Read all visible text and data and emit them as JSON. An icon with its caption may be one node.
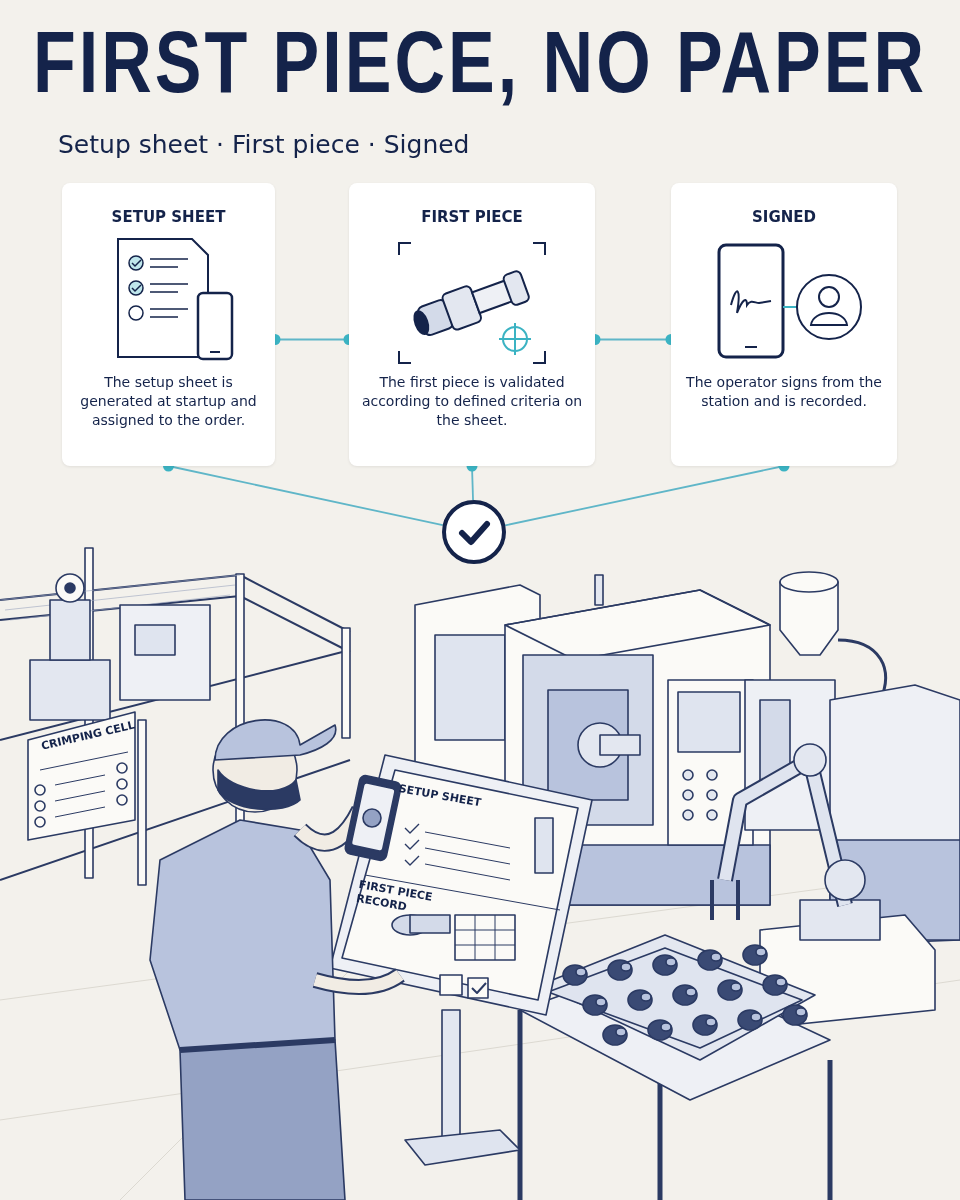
{
  "diagram": {
    "title": "FIRST PIECE, NO PAPER",
    "nodes": [
      {
        "text": [
          "SETUP SHEET",
          "The setup sheet is generated at startup and assigned to the order."
        ]
      },
      {
        "text": [
          "FIRST PIECE",
          "The first piece is validated according to defined criteria on the sheet."
        ]
      },
      {
        "text": [
          "SIGNED",
          "The operator signs from the station and is recorded."
        ]
      },
      {
        "text": [],
        "shape": "circle"
      }
    ],
    "edges": [
      {
        "from": 0,
        "to": 1,
        "arrow": "other"
      },
      {
        "from": 1,
        "to": 2,
        "arrow": "other"
      },
      {
        "from": 0,
        "to": 3,
        "arrow": "other"
      },
      {
        "from": 1,
        "to": 3,
        "arrow": "other"
      },
      {
        "from": 2,
        "to": 3,
        "arrow": "other"
      }
    ],
    "labels": [
      "Setup sheet · First piece · Signed",
      "CRIMPING CELL",
      "SETUP SHEET",
      "FIRST PIECE RECORD"
    ]
  }
}
